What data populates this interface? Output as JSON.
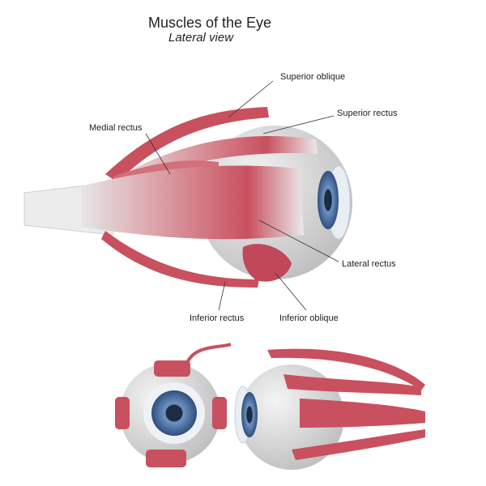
{
  "title": "Muscles of the Eye",
  "subtitle": "Lateral view",
  "labels": {
    "superior_oblique": "Superior oblique",
    "superior_rectus": "Superior rectus",
    "medial_rectus": "Medial rectus",
    "lateral_rectus": "Lateral rectus",
    "inferior_rectus": "Inferior rectus",
    "inferior_oblique": "Inferior oblique"
  },
  "colors": {
    "muscle": "#c9505e",
    "tendon": "#e8e8e8",
    "iris": "#4a72a8",
    "sclera": "#d8d8d8"
  }
}
